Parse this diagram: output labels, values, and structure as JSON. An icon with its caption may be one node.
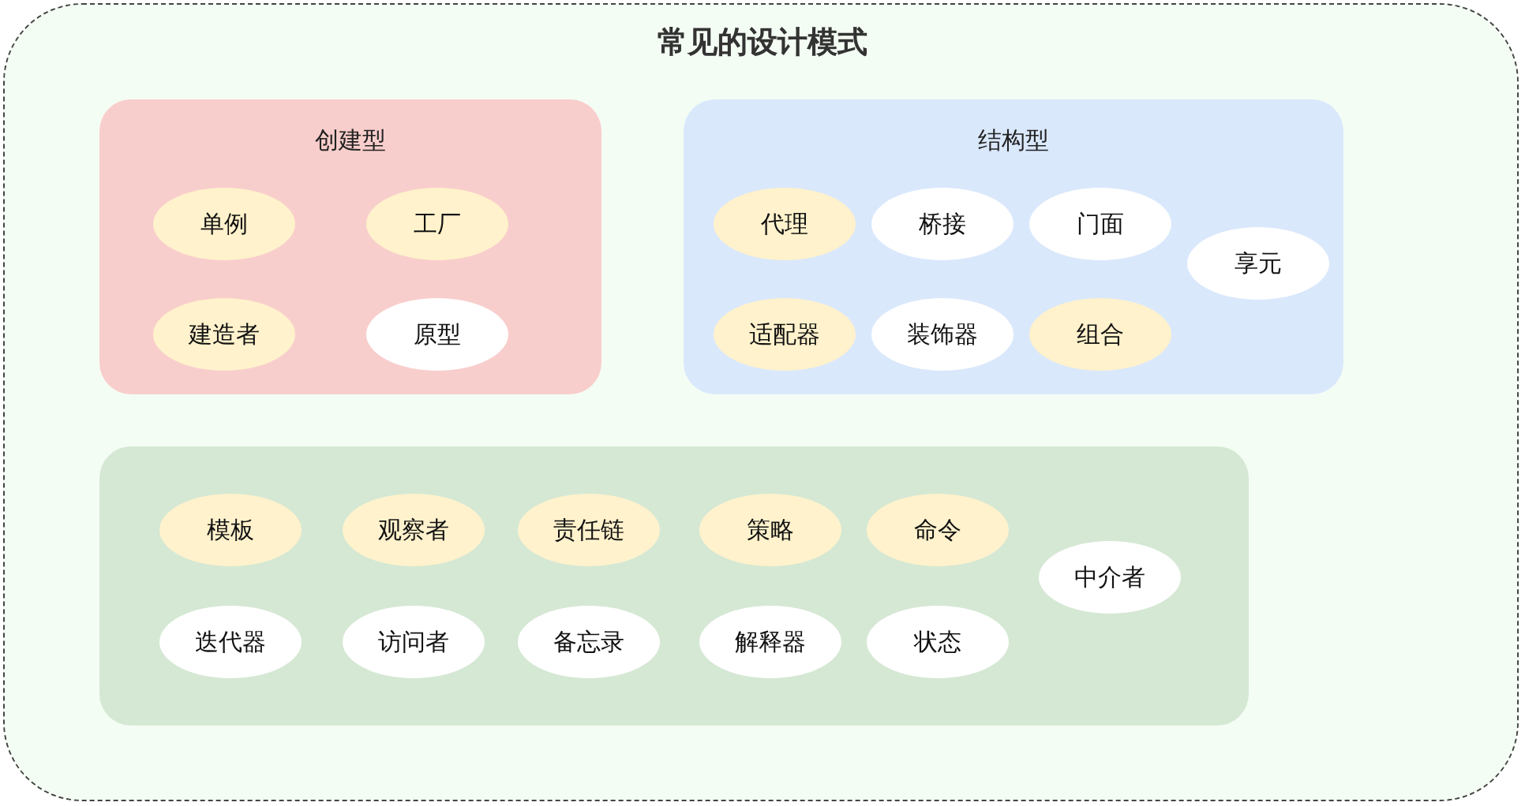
{
  "diagram": {
    "title": "常见的设计模式",
    "nodes": [
      {
        "text": [],
        "shape": "box"
      },
      {
        "text": [
          "创建型"
        ],
        "in": 0
      },
      {
        "text": [
          "单例"
        ],
        "in": 1
      },
      {
        "text": [
          "工厂"
        ],
        "in": 1
      },
      {
        "text": [
          "建造者"
        ],
        "in": 1
      },
      {
        "text": [
          "原型"
        ],
        "in": 1
      },
      {
        "text": [
          "结构型"
        ],
        "in": 0
      },
      {
        "text": [
          "代理"
        ],
        "in": 6
      },
      {
        "text": [
          "桥接"
        ],
        "in": 6
      },
      {
        "text": [
          "门面"
        ],
        "in": 6
      },
      {
        "text": [
          "享元"
        ],
        "in": 6
      },
      {
        "text": [
          "适配器"
        ],
        "in": 6
      },
      {
        "text": [
          "装饰器"
        ],
        "in": 6
      },
      {
        "text": [
          "组合"
        ],
        "in": 6
      },
      {
        "text": [],
        "shape": "box",
        "in": 0
      },
      {
        "text": [
          "模板"
        ],
        "in": 14
      },
      {
        "text": [
          "观察者"
        ],
        "in": 14
      },
      {
        "text": [
          "责任链"
        ],
        "in": 14
      },
      {
        "text": [
          "策略"
        ],
        "in": 14
      },
      {
        "text": [
          "命令"
        ],
        "in": 14
      },
      {
        "text": [
          "中介者"
        ],
        "in": 14
      },
      {
        "text": [
          "迭代器"
        ],
        "in": 14
      },
      {
        "text": [
          "访问者"
        ],
        "in": 14
      },
      {
        "text": [
          "备忘录"
        ],
        "in": 14
      },
      {
        "text": [
          "解释器"
        ],
        "in": 14
      },
      {
        "text": [
          "状态"
        ],
        "in": 14
      }
    ],
    "edges": []
  }
}
